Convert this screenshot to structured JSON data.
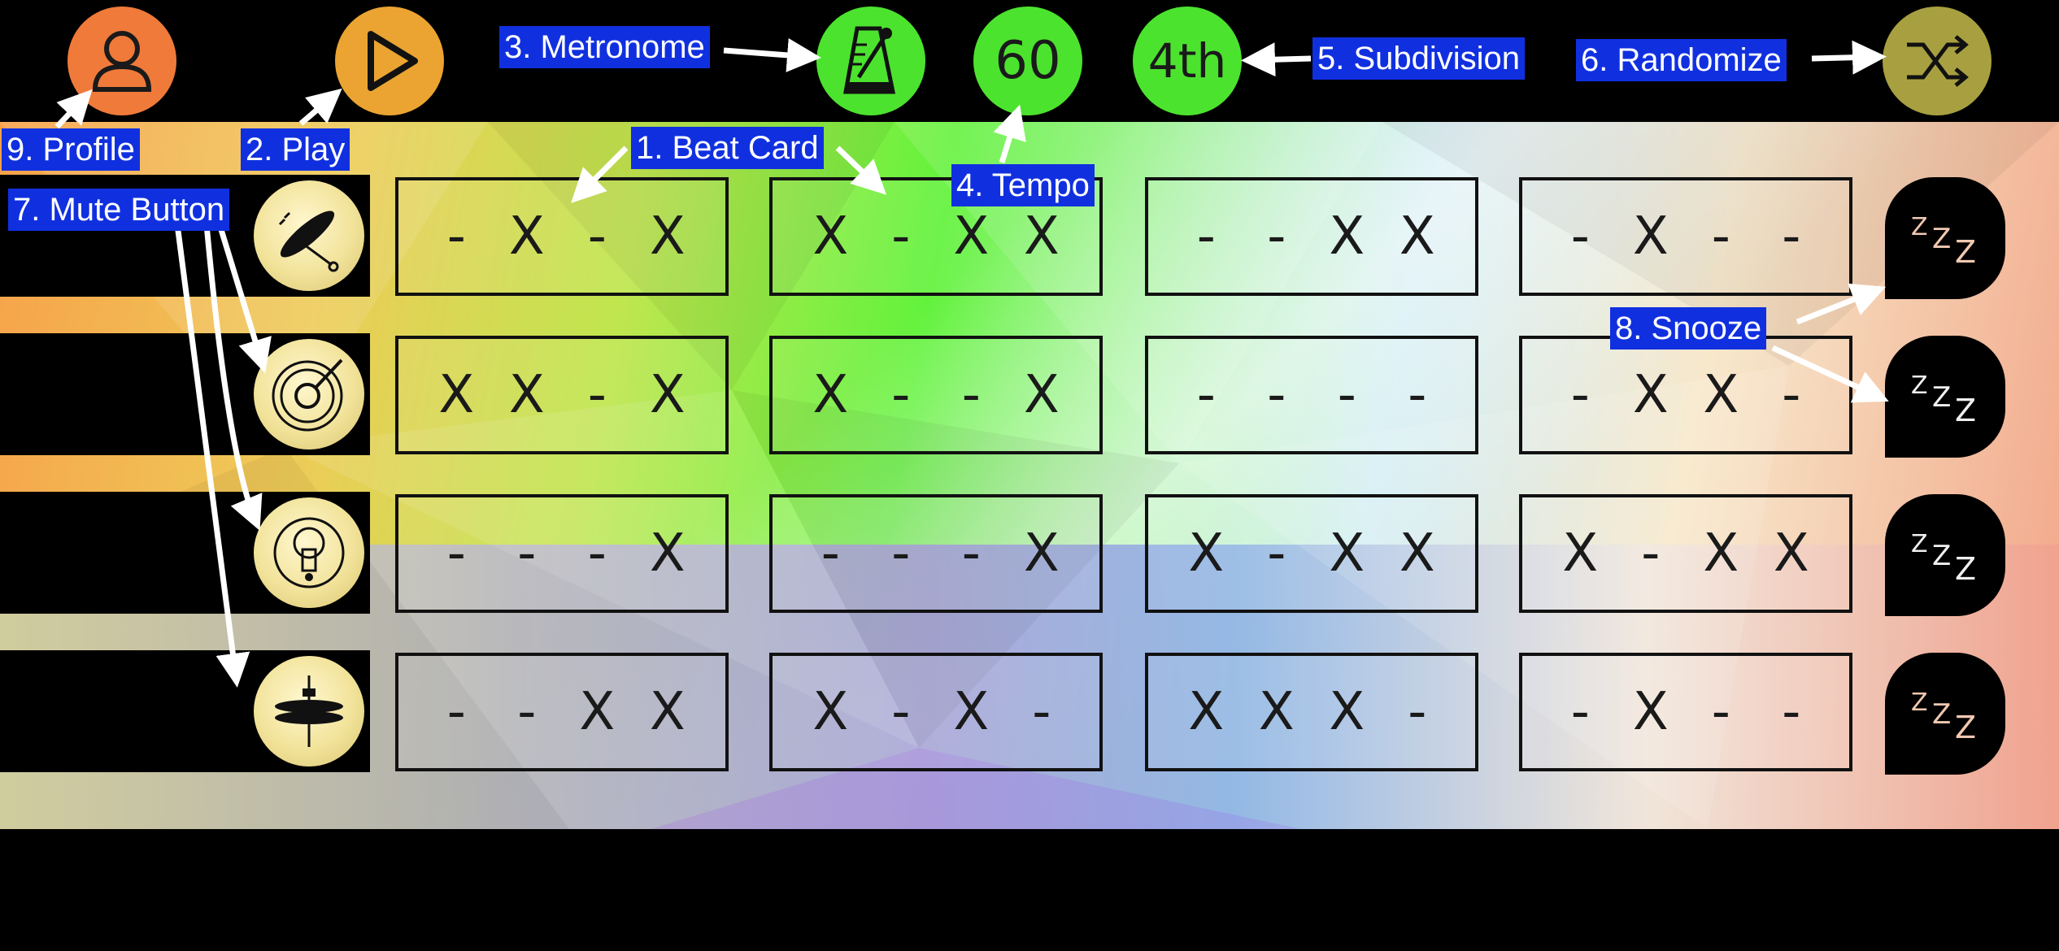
{
  "toolbar": {
    "tempo_value": "60",
    "subdivision_value": "4th",
    "colors": {
      "profile": "#f07a3a",
      "play": "#eba431",
      "metronome": "#4ce32e",
      "tempo": "#4ce32e",
      "subdivision": "#4ce32e",
      "randomize": "#a8a040"
    }
  },
  "instruments": [
    {
      "icon": "cymbal-stick-icon"
    },
    {
      "icon": "snare-drum-icon"
    },
    {
      "icon": "kick-drum-icon"
    },
    {
      "icon": "hihat-icon"
    }
  ],
  "rows": [
    {
      "cards": [
        [
          "-",
          "X",
          "-",
          "X"
        ],
        [
          "X",
          "-",
          "X",
          "X"
        ],
        [
          "-",
          "-",
          "X",
          "X"
        ],
        [
          "-",
          "X",
          "-",
          "-"
        ]
      ]
    },
    {
      "cards": [
        [
          "X",
          "X",
          "-",
          "X"
        ],
        [
          "X",
          "-",
          "-",
          "X"
        ],
        [
          "-",
          "-",
          "-",
          "-"
        ],
        [
          "-",
          "X",
          "X",
          "-"
        ]
      ]
    },
    {
      "cards": [
        [
          "-",
          "-",
          "-",
          "X"
        ],
        [
          "-",
          "-",
          "-",
          "X"
        ],
        [
          "X",
          "-",
          "X",
          "X"
        ],
        [
          "X",
          "-",
          "X",
          "X"
        ]
      ]
    },
    {
      "cards": [
        [
          "-",
          "-",
          "X",
          "X"
        ],
        [
          "X",
          "-",
          "X",
          "-"
        ],
        [
          "X",
          "X",
          "X",
          "-"
        ],
        [
          "-",
          "X",
          "-",
          "-"
        ]
      ]
    }
  ],
  "snooze_glyph": "ZZZ",
  "annotations": {
    "metronome": "3. Metronome",
    "subdivision": "5. Subdivision",
    "randomize": "6. Randomize",
    "profile": "9. Profile",
    "play": "2. Play",
    "beat_card": "1. Beat Card",
    "tempo": "4. Tempo",
    "mute_button": "7. Mute Button",
    "snooze": "8. Snooze"
  }
}
